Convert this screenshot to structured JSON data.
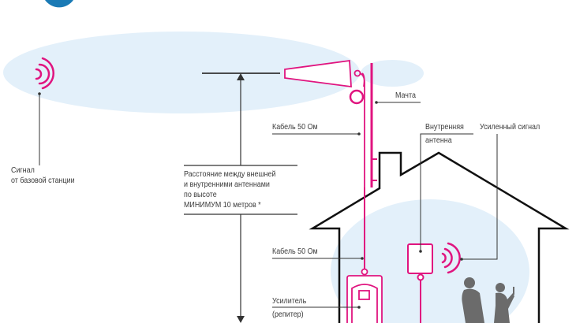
{
  "colors": {
    "accent": "#e0147f",
    "sky": "#e3f0fa",
    "line": "#333333",
    "logo": "#1a7ab5",
    "people": "#6b6b6b"
  },
  "labels": {
    "base_signal_line1": "Сигнал",
    "base_signal_line2": "от базовой станции",
    "mast": "Мачта",
    "cable_top": "Кабель 50 Ом",
    "cable_bottom": "Кабель 50 Ом",
    "distance_line1": "Расстояние между внешней",
    "distance_line2": "и внутренними антеннами",
    "distance_line3": "по высоте",
    "distance_line4": "МИНИМУМ 10 метров *",
    "indoor_antenna_line1": "Внутренняя",
    "indoor_antenna_line2": "антенна",
    "boosted_signal": "Усиленный сигнал",
    "repeater_line1": "Усилитель",
    "repeater_line2": "(репитер)"
  }
}
